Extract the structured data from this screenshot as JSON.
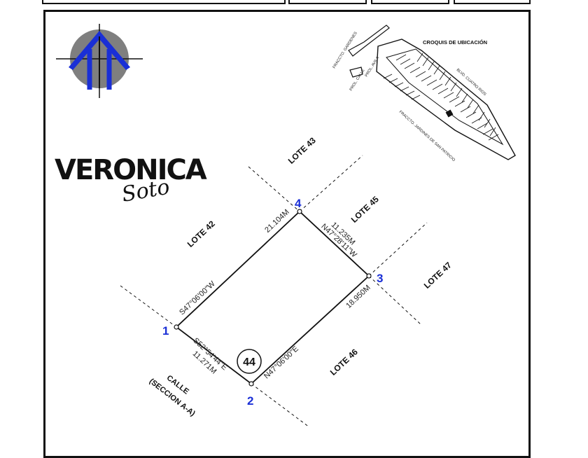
{
  "brand": {
    "name": "VERONICA",
    "signature": "Soto"
  },
  "location_sketch": {
    "title": "CROQUIS DE UBICACIÓN",
    "labels": [
      "FRACCTO. GARDENES",
      "PROL. CALLE",
      "PROL. AVILA",
      "BLVD. CUATRO RIOS",
      "FRACCTO. JARDINES DE SAN PATRICIO"
    ]
  },
  "lots": {
    "north": "LOTE 43",
    "west": "LOTE 42",
    "northeast": "LOTE 45",
    "east": "LOTE 47",
    "southeast": "LOTE 46"
  },
  "street": {
    "line1": "CALLE",
    "line2": "(SECCION A-A)"
  },
  "lot_number": "44",
  "vertices": [
    "1",
    "2",
    "3",
    "4"
  ],
  "sides": {
    "side_1_4": {
      "bearing": "S47°06'00\"W",
      "distance": "21.104M"
    },
    "side_4_3": {
      "distance": "11.235M",
      "bearing": "N47°28'11\"W"
    },
    "side_3_2": {
      "distance": "18.950M",
      "bearing": "N47°06'00\"E"
    },
    "side_1_2": {
      "bearing": "S52°54'44\"E",
      "distance": "11.271M"
    }
  },
  "colors": {
    "accent": "#1a2fd6",
    "logo_gray": "#7f7f7f",
    "line": "#111111"
  },
  "icons": [
    "north-arrow-icon"
  ]
}
